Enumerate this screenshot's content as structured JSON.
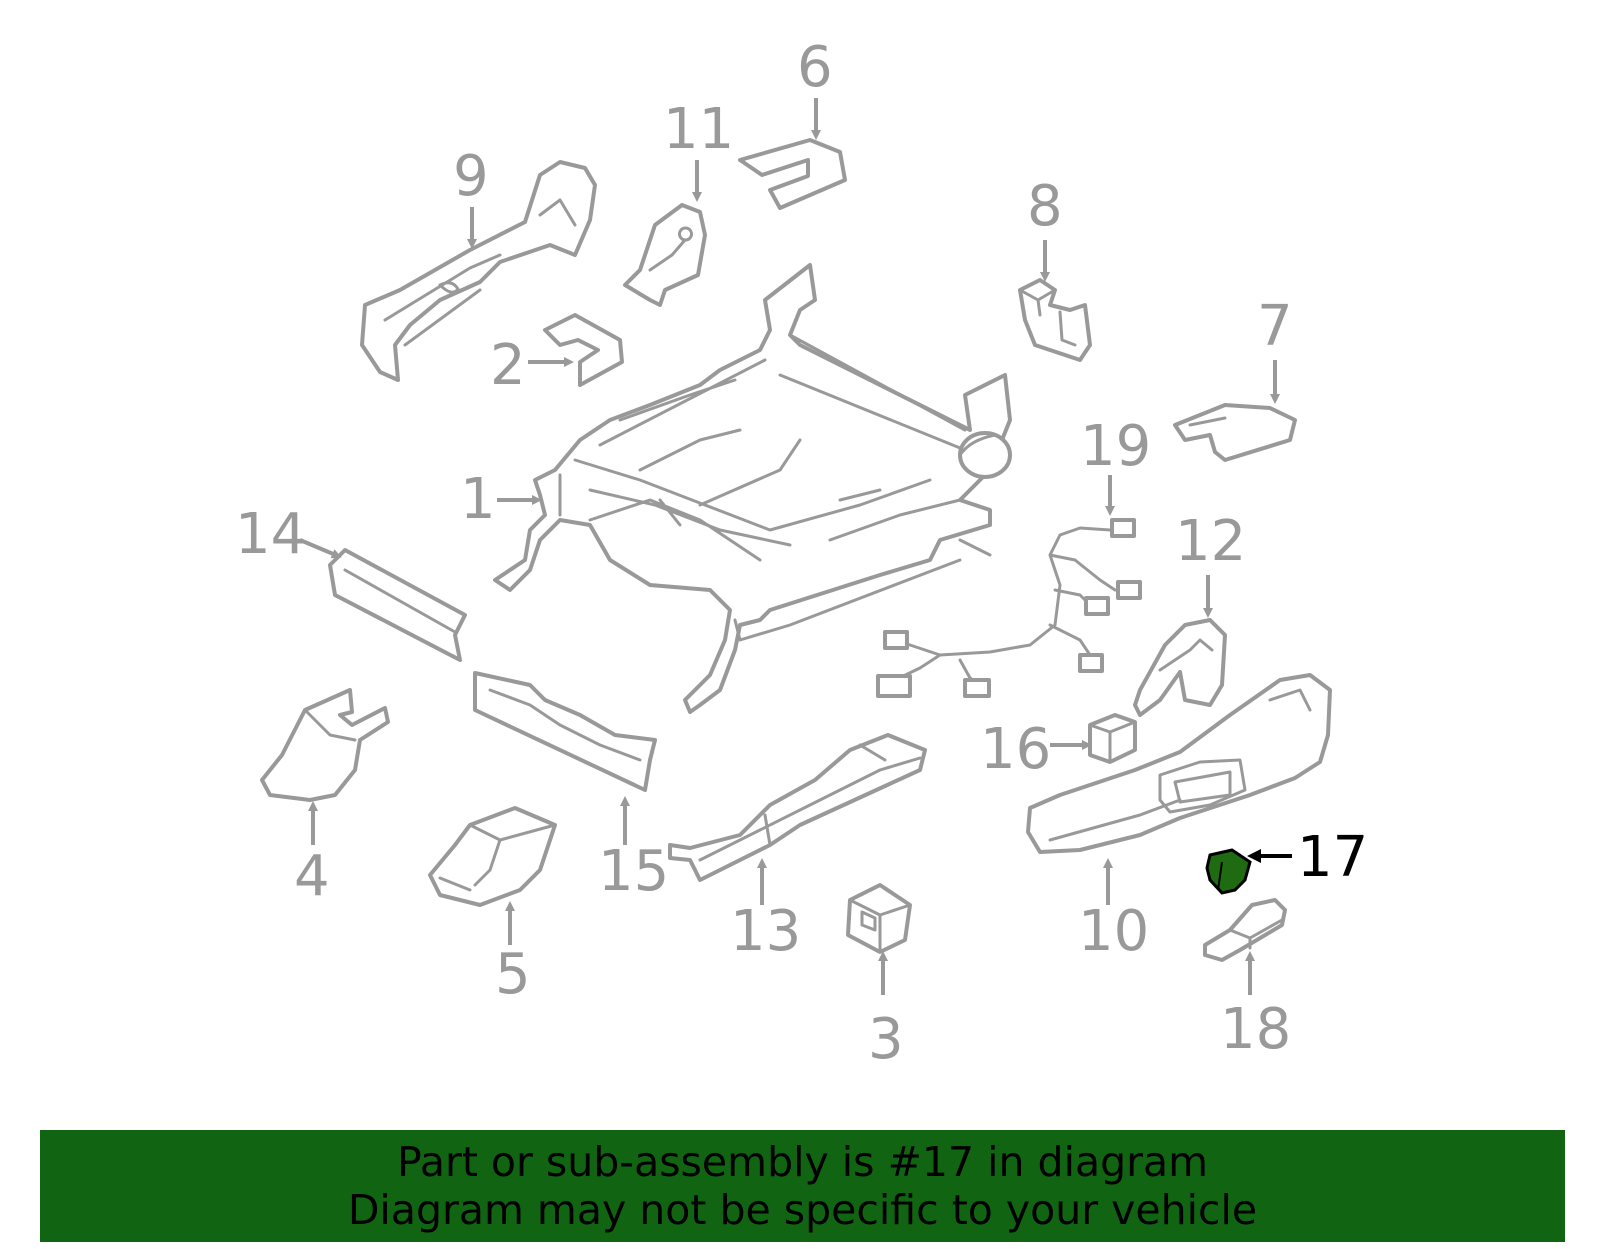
{
  "diagram": {
    "callouts": [
      "1",
      "2",
      "3",
      "4",
      "5",
      "6",
      "7",
      "8",
      "9",
      "10",
      "11",
      "12",
      "13",
      "14",
      "15",
      "16",
      "17",
      "18",
      "19"
    ],
    "highlighted": "17",
    "colors": {
      "part_outline": "#999999",
      "highlight_fill": "#1f6b12",
      "banner_bg": "#116411"
    }
  },
  "banner": {
    "line1": "Part or sub-assembly is #17 in diagram",
    "line2": "Diagram may not be specific to your vehicle"
  }
}
